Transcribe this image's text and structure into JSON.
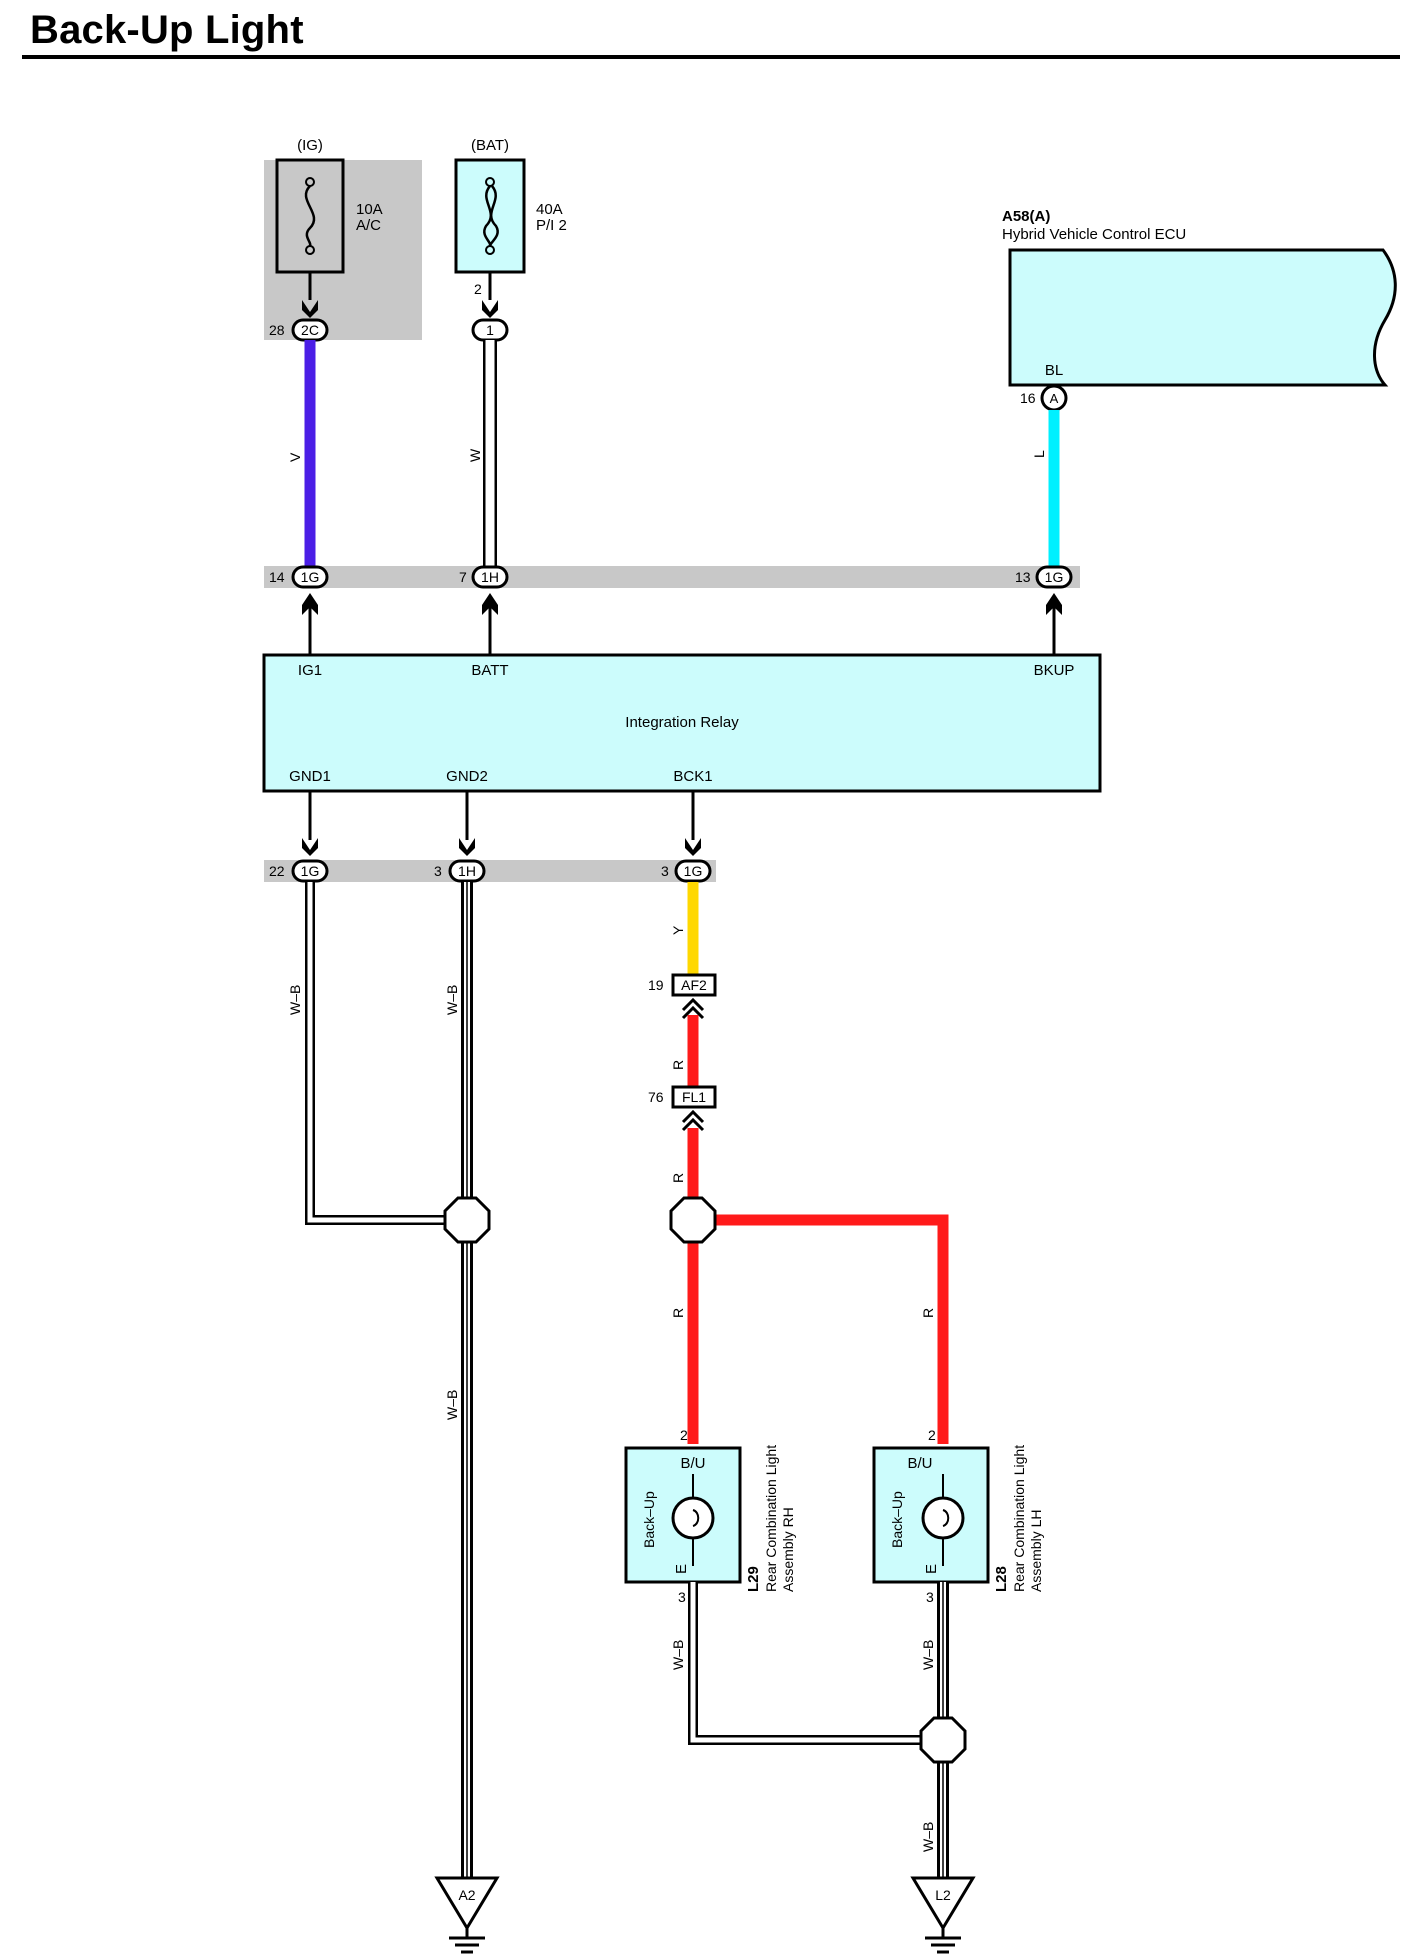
{
  "page": {
    "title": "Back-Up Light"
  },
  "colors": {
    "wire_V": "#4b1ee6",
    "wire_L": "#00f0ff",
    "wire_Y": "#ffd800",
    "wire_R": "#ff1a1a",
    "component_fill": "#ccfcfc",
    "junction_bar": "#c8c8c8",
    "fuse_bg": "#c8c8c8"
  },
  "fuses": [
    {
      "id": "ig",
      "source": "(IG)",
      "rating": "10A",
      "name": "A/C",
      "pin": "28",
      "connector": "2C"
    },
    {
      "id": "bat",
      "source": "(BAT)",
      "rating": "40A",
      "name": "P/I 2",
      "pin": "2",
      "connector": "1"
    }
  ],
  "ecu": {
    "code": "A58(A)",
    "name": "Hybrid Vehicle Control ECU",
    "terminal": "BL",
    "pin": "16",
    "connector": "A"
  },
  "top_junction": [
    {
      "pin": "14",
      "connector": "1G"
    },
    {
      "pin": "7",
      "connector": "1H"
    },
    {
      "pin": "13",
      "connector": "1G"
    }
  ],
  "relay": {
    "name": "Integration Relay",
    "top_terminals": [
      "IG1",
      "BATT",
      "BKUP"
    ],
    "bottom_terminals": [
      "GND1",
      "GND2",
      "BCK1"
    ]
  },
  "bottom_junction": [
    {
      "pin": "22",
      "connector": "1G"
    },
    {
      "pin": "3",
      "connector": "1H"
    },
    {
      "pin": "3",
      "connector": "1G"
    }
  ],
  "connectors": [
    {
      "pin": "19",
      "name": "AF2"
    },
    {
      "pin": "76",
      "name": "FL1"
    }
  ],
  "wire_labels": {
    "v": "V",
    "w": "W",
    "l": "L",
    "y": "Y",
    "r1": "R",
    "r2": "R",
    "r3": "R",
    "r4": "R",
    "wb1": "W–B",
    "wb2": "W–B",
    "wb3": "W–B",
    "wb4": "W–B",
    "wb5": "W–B",
    "wb6": "W–B"
  },
  "lamps": [
    {
      "code": "L29",
      "name_line1": "Rear Combination Light",
      "name_line2": "Assembly RH",
      "top_terminal": "B/U",
      "side_label": "Back–Up",
      "bottom_terminal": "E",
      "pin_top": "2",
      "pin_bottom": "3"
    },
    {
      "code": "L28",
      "name_line1": "Rear Combination Light",
      "name_line2": "Assembly LH",
      "top_terminal": "B/U",
      "side_label": "Back–Up",
      "bottom_terminal": "E",
      "pin_top": "2",
      "pin_bottom": "3"
    }
  ],
  "grounds": [
    {
      "name": "A2"
    },
    {
      "name": "L2"
    }
  ]
}
